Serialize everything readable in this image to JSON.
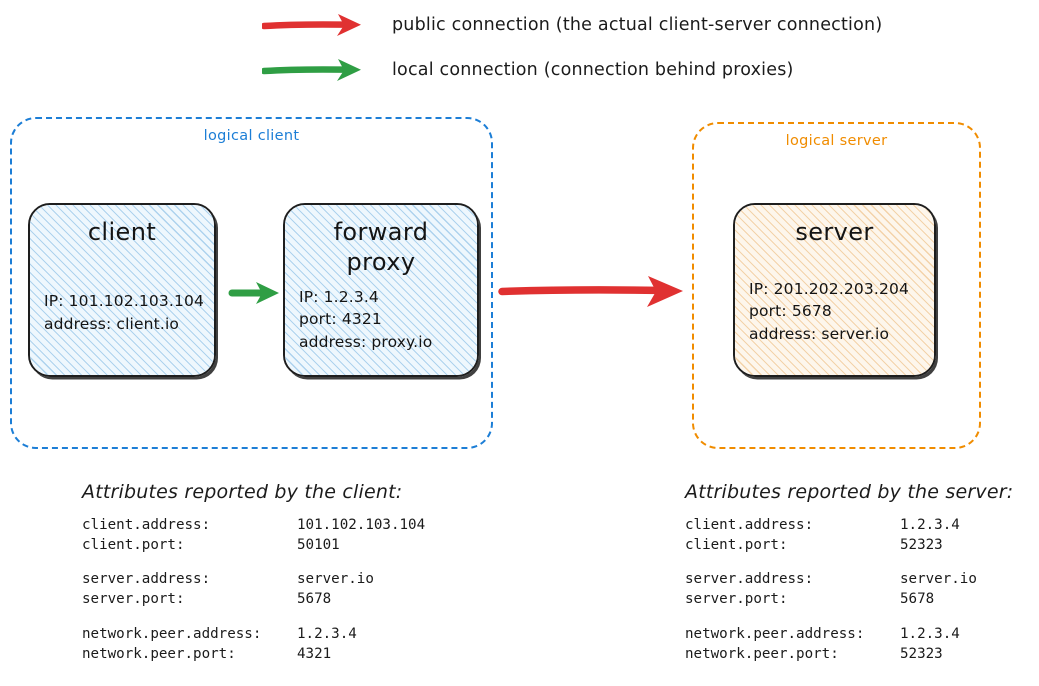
{
  "legend": {
    "items": [
      {
        "id": "public",
        "icon": "red-arrow-icon",
        "color": "#e03131",
        "label": "public connection (the actual client-server connection)"
      },
      {
        "id": "local",
        "icon": "green-arrow-icon",
        "color": "#2f9e44",
        "label": "local connection (connection behind proxies)"
      }
    ]
  },
  "groups": {
    "client": {
      "label": "logical client",
      "color": "#1c7ed6"
    },
    "server": {
      "label": "logical server",
      "color": "#f08c00"
    }
  },
  "nodes": {
    "client": {
      "title": "client",
      "props": [
        "IP: 101.102.103.104",
        "address: client.io"
      ]
    },
    "forward_proxy": {
      "title_line1": "forward",
      "title_line2": "proxy",
      "props": [
        "IP: 1.2.3.4",
        "port: 4321",
        "address: proxy.io"
      ]
    },
    "server": {
      "title": "server",
      "props": [
        "IP: 201.202.203.204",
        "port: 5678",
        "address: server.io"
      ]
    }
  },
  "connectors": {
    "local": {
      "icon": "green-arrow-icon",
      "color": "#2f9e44"
    },
    "public": {
      "icon": "red-arrow-icon",
      "color": "#e03131"
    }
  },
  "attributes": {
    "client": {
      "heading": "Attributes reported by the client:",
      "rows": [
        {
          "key": "client.address:",
          "value": "101.102.103.104"
        },
        {
          "key": "client.port:",
          "value": "50101"
        },
        {
          "spacer": true
        },
        {
          "key": "server.address:",
          "value": "server.io"
        },
        {
          "key": "server.port:",
          "value": "5678"
        },
        {
          "spacer": true
        },
        {
          "key": "network.peer.address:",
          "value": "1.2.3.4"
        },
        {
          "key": "network.peer.port:",
          "value": "4321"
        }
      ]
    },
    "server": {
      "heading": "Attributes reported by the server:",
      "rows": [
        {
          "key": "client.address:",
          "value": "1.2.3.4"
        },
        {
          "key": "client.port:",
          "value": "52323"
        },
        {
          "spacer": true
        },
        {
          "key": "server.address:",
          "value": "server.io"
        },
        {
          "key": "server.port:",
          "value": "5678"
        },
        {
          "spacer": true
        },
        {
          "key": "network.peer.address:",
          "value": "1.2.3.4"
        },
        {
          "key": "network.peer.port:",
          "value": "52323"
        }
      ]
    }
  }
}
